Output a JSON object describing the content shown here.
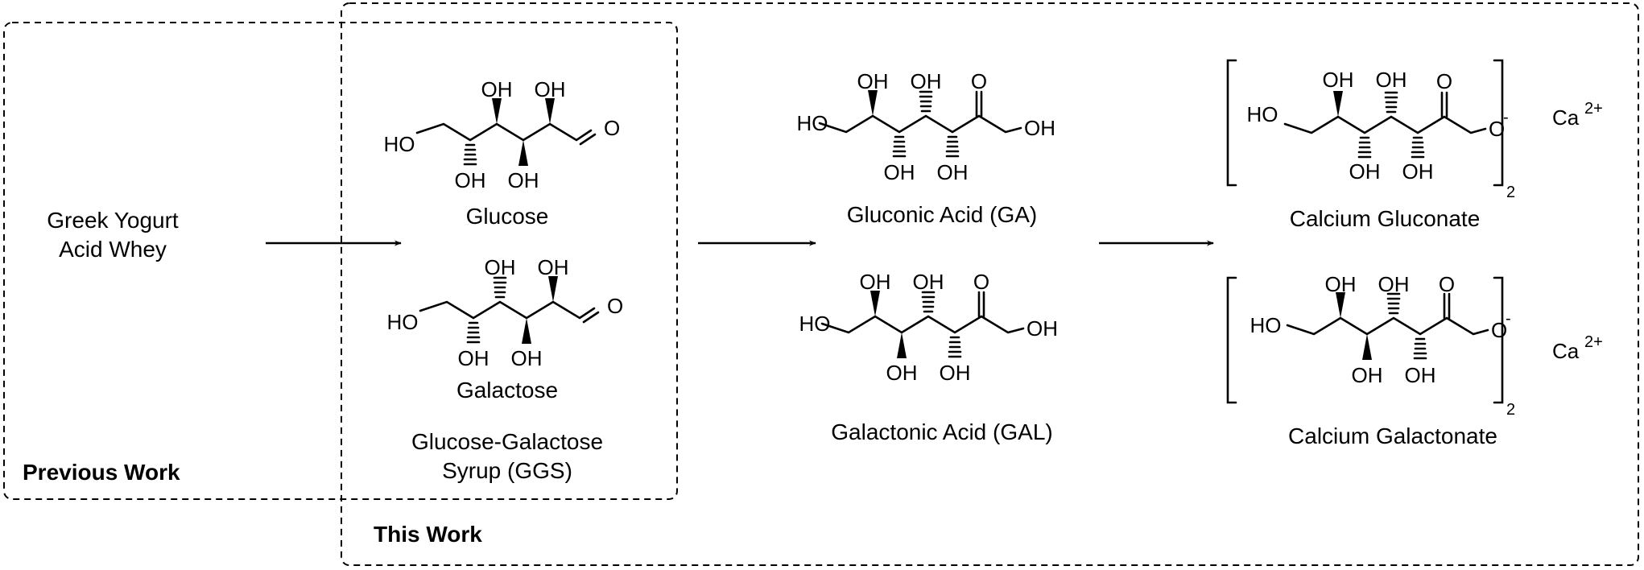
{
  "start": {
    "line1": "Greek Yogurt",
    "line2": "Acid Whey"
  },
  "boxes": {
    "previous": "Previous Work",
    "this": "This Work"
  },
  "ggs": {
    "line1": "Glucose-Galactose",
    "line2": "Syrup (GGS)"
  },
  "molecules": {
    "glucose": {
      "name": "Glucose",
      "terminal": "O"
    },
    "galactose": {
      "name": "Galactose",
      "terminal": "O"
    },
    "gluconic": {
      "name": "Gluconic Acid (GA)",
      "terminal": "OH"
    },
    "galactonic": {
      "name": "Galactonic Acid (GAL)",
      "terminal": "OH"
    },
    "ca_gluconate": {
      "name": "Calcium Gluconate",
      "terminal": "O"
    },
    "ca_galactonate": {
      "name": "Calcium Galactonate",
      "terminal": "O"
    }
  },
  "atoms": {
    "oh": "OH",
    "ho": "HO",
    "o": "O",
    "ca": "Ca",
    "ca_charge": "2+",
    "minus": "-",
    "subscript": "2"
  }
}
